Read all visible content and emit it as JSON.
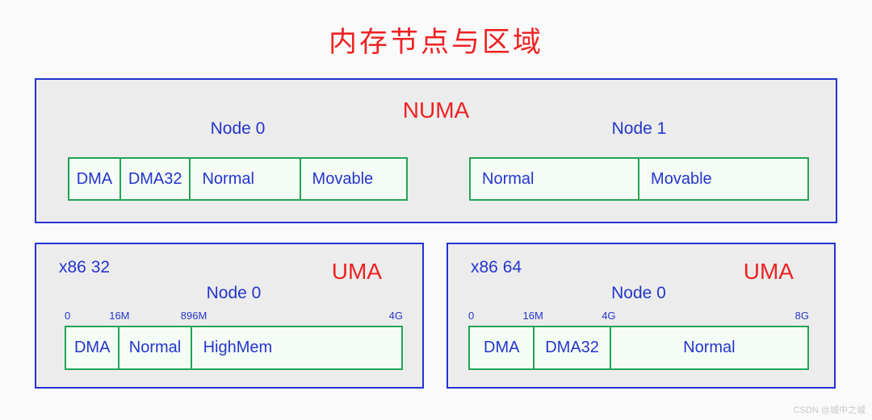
{
  "title": "内存节点与区域",
  "colors": {
    "title_red": "#ee2222",
    "text_blue": "#2336cc",
    "panel_border_blue": "#2333d4",
    "zone_border_green": "#22a455",
    "zone_background": "#f5fcf5",
    "panel_background": "#ececec"
  },
  "numa": {
    "label": "NUMA",
    "nodes": [
      {
        "name": "Node 0",
        "zones": [
          {
            "label": "DMA",
            "flex": 68,
            "align": "center"
          },
          {
            "label": "DMA32",
            "flex": 93,
            "align": "center"
          },
          {
            "label": "Normal",
            "flex": 132,
            "align": "left"
          },
          {
            "label": "Movable",
            "flex": 128,
            "align": "left"
          }
        ]
      },
      {
        "name": "Node 1",
        "zones": [
          {
            "label": "Normal",
            "flex": 210,
            "align": "left"
          },
          {
            "label": "Movable",
            "flex": 211,
            "align": "left"
          }
        ]
      }
    ]
  },
  "uma_boxes": [
    {
      "arch": "x86 32",
      "label": "UMA",
      "node": "Node 0",
      "ticks": [
        {
          "label": "0",
          "pos": 0
        },
        {
          "label": "16M",
          "pos": 16.2
        },
        {
          "label": "896M",
          "pos": 38.2
        },
        {
          "label": "4G",
          "pos": 100
        }
      ],
      "zones": [
        {
          "label": "DMA",
          "flex": 68,
          "align": "center"
        },
        {
          "label": "Normal",
          "flex": 92,
          "align": "center"
        },
        {
          "label": "HighMem",
          "flex": 259,
          "align": "left"
        }
      ]
    },
    {
      "arch": "x86 64",
      "label": "UMA",
      "node": "Node 0",
      "ticks": [
        {
          "label": "0",
          "pos": 0
        },
        {
          "label": "16M",
          "pos": 19.0
        },
        {
          "label": "4G",
          "pos": 41.2
        },
        {
          "label": "8G",
          "pos": 100
        }
      ],
      "zones": [
        {
          "label": "DMA",
          "flex": 80,
          "align": "center"
        },
        {
          "label": "DMA32",
          "flex": 94,
          "align": "center"
        },
        {
          "label": "Normal",
          "flex": 248,
          "align": "center"
        }
      ]
    }
  ],
  "watermark": "CSDN @城中之城"
}
